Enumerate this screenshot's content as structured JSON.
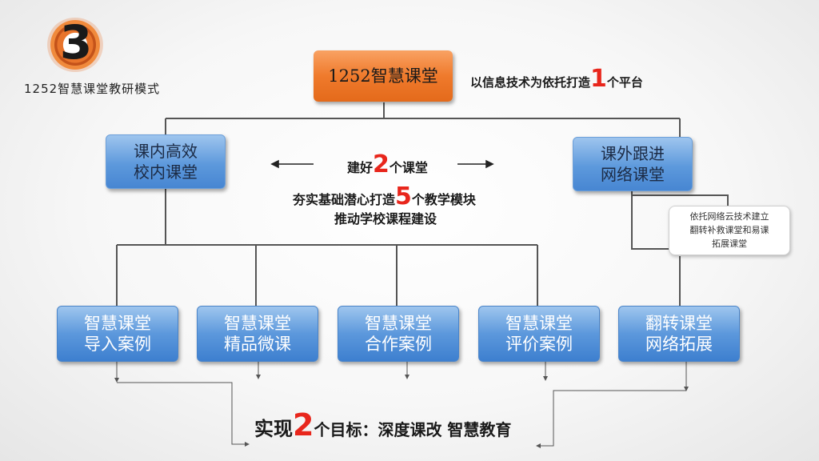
{
  "logo": {
    "number": "3",
    "caption": "1252智慧课堂教研模式"
  },
  "top_box": {
    "label": "1252智慧课堂"
  },
  "platform_text": {
    "prefix": "以信息技术为依托打造",
    "number": "1",
    "suffix": "个平台"
  },
  "left_class": {
    "line1": "课内高效",
    "line2": "校内课堂"
  },
  "right_class": {
    "line1": "课外跟进",
    "line2": "网络课堂"
  },
  "center_text": {
    "line1_prefix": "建好",
    "line1_number": "2",
    "line1_suffix": "个课堂",
    "line2_prefix": "夯实基础潜心打造",
    "line2_number": "5",
    "line2_suffix": "个教学模块",
    "line3": "推动学校课程建设"
  },
  "note": {
    "line1": "依托网络云技术建立",
    "line2": "翻转补救课堂和易课",
    "line3": "拓展课堂"
  },
  "modules": [
    {
      "line1": "智慧课堂",
      "line2": "导入案例"
    },
    {
      "line1": "智慧课堂",
      "line2": "精品微课"
    },
    {
      "line1": "智慧课堂",
      "line2": "合作案例"
    },
    {
      "line1": "智慧课堂",
      "line2": "评价案例"
    },
    {
      "line1": "翻转课堂",
      "line2": "网络拓展"
    }
  ],
  "goal_text": {
    "prefix": "实现",
    "number": "2",
    "suffix": "个目标：深度课改  智慧教育"
  },
  "colors": {
    "orange": "#ef7a2c",
    "blue": "#4a8ad6",
    "red": "#e8261c"
  }
}
